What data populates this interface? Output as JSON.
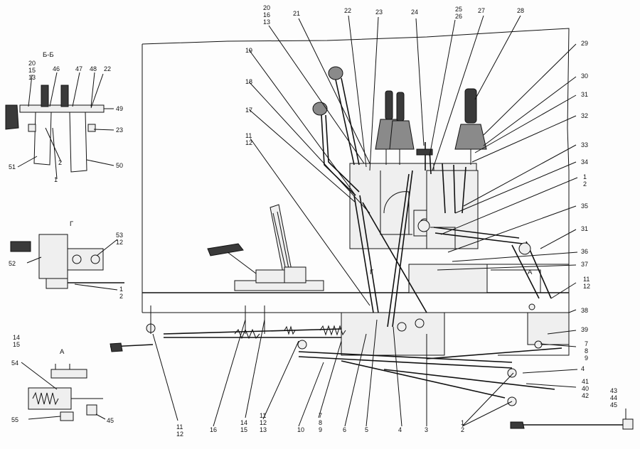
{
  "views": {
    "section_bb": {
      "title": "Б-Б"
    },
    "view_g": {
      "title": "Г"
    },
    "view_a": {
      "title": "А"
    },
    "marker_a": "А",
    "marker_g": "Г"
  },
  "callouts": {
    "main": [
      {
        "id": "c20-16-13",
        "lines": [
          "20",
          "16",
          "13"
        ]
      },
      {
        "id": "c21",
        "lines": [
          "21"
        ]
      },
      {
        "id": "c22",
        "lines": [
          "22"
        ]
      },
      {
        "id": "c23",
        "lines": [
          "23"
        ]
      },
      {
        "id": "c24",
        "lines": [
          "24"
        ]
      },
      {
        "id": "c25-26",
        "lines": [
          "25",
          "26"
        ]
      },
      {
        "id": "c27",
        "lines": [
          "27"
        ]
      },
      {
        "id": "c28",
        "lines": [
          "28"
        ]
      },
      {
        "id": "c29",
        "lines": [
          "29"
        ]
      },
      {
        "id": "c30",
        "lines": [
          "30"
        ]
      },
      {
        "id": "c31a",
        "lines": [
          "31"
        ]
      },
      {
        "id": "c32",
        "lines": [
          "32"
        ]
      },
      {
        "id": "c33",
        "lines": [
          "33"
        ]
      },
      {
        "id": "c34",
        "lines": [
          "34"
        ]
      },
      {
        "id": "c1-2a",
        "lines": [
          "1",
          "2"
        ]
      },
      {
        "id": "c35",
        "lines": [
          "35"
        ]
      },
      {
        "id": "c31b",
        "lines": [
          "31"
        ]
      },
      {
        "id": "c36",
        "lines": [
          "36"
        ]
      },
      {
        "id": "c37",
        "lines": [
          "37"
        ]
      },
      {
        "id": "c11-12a",
        "lines": [
          "11",
          "12"
        ]
      },
      {
        "id": "c38",
        "lines": [
          "38"
        ]
      },
      {
        "id": "c39",
        "lines": [
          "39"
        ]
      },
      {
        "id": "c7-8-9a",
        "lines": [
          "7",
          "8",
          "9"
        ]
      },
      {
        "id": "c4",
        "lines": [
          "4"
        ]
      },
      {
        "id": "c41-40-42",
        "lines": [
          "41",
          "40",
          "42"
        ]
      },
      {
        "id": "c43-44-45",
        "lines": [
          "43",
          "44",
          "45"
        ]
      },
      {
        "id": "c19",
        "lines": [
          "19"
        ]
      },
      {
        "id": "c18",
        "lines": [
          "18"
        ]
      },
      {
        "id": "c17",
        "lines": [
          "17"
        ]
      },
      {
        "id": "c11-12b",
        "lines": [
          "11",
          "12"
        ]
      },
      {
        "id": "c11-12c",
        "lines": [
          "11",
          "12"
        ]
      },
      {
        "id": "c16",
        "lines": [
          "16"
        ]
      },
      {
        "id": "c14-15a",
        "lines": [
          "14",
          "15"
        ]
      },
      {
        "id": "c11-12-13",
        "lines": [
          "11",
          "12",
          "13"
        ]
      },
      {
        "id": "c10",
        "lines": [
          "10"
        ]
      },
      {
        "id": "c7-8-9b",
        "lines": [
          "7",
          "8",
          "9"
        ]
      },
      {
        "id": "c6",
        "lines": [
          "6"
        ]
      },
      {
        "id": "c5",
        "lines": [
          "5"
        ]
      },
      {
        "id": "c4b",
        "lines": [
          "4"
        ]
      },
      {
        "id": "c3",
        "lines": [
          "3"
        ]
      },
      {
        "id": "c1-2b",
        "lines": [
          "1",
          "2"
        ]
      }
    ],
    "section_bb": [
      {
        "id": "b20-15-13",
        "lines": [
          "20",
          "15",
          "13"
        ]
      },
      {
        "id": "b46",
        "lines": [
          "46"
        ]
      },
      {
        "id": "b47",
        "lines": [
          "47"
        ]
      },
      {
        "id": "b48",
        "lines": [
          "48"
        ]
      },
      {
        "id": "b22",
        "lines": [
          "22"
        ]
      },
      {
        "id": "b49",
        "lines": [
          "49"
        ]
      },
      {
        "id": "b23",
        "lines": [
          "23"
        ]
      },
      {
        "id": "b51",
        "lines": [
          "51"
        ]
      },
      {
        "id": "b2",
        "lines": [
          "2"
        ]
      },
      {
        "id": "b1",
        "lines": [
          "1"
        ]
      },
      {
        "id": "b50",
        "lines": [
          "50"
        ]
      }
    ],
    "view_g": [
      {
        "id": "g53-12",
        "lines": [
          "53",
          "12"
        ]
      },
      {
        "id": "g52",
        "lines": [
          "52"
        ]
      },
      {
        "id": "g1-2",
        "lines": [
          "1",
          "2"
        ]
      }
    ],
    "view_a": [
      {
        "id": "a14-15",
        "lines": [
          "14",
          "15"
        ]
      },
      {
        "id": "a54",
        "lines": [
          "54"
        ]
      },
      {
        "id": "a55",
        "lines": [
          "55"
        ]
      },
      {
        "id": "a45",
        "lines": [
          "45"
        ]
      }
    ]
  }
}
